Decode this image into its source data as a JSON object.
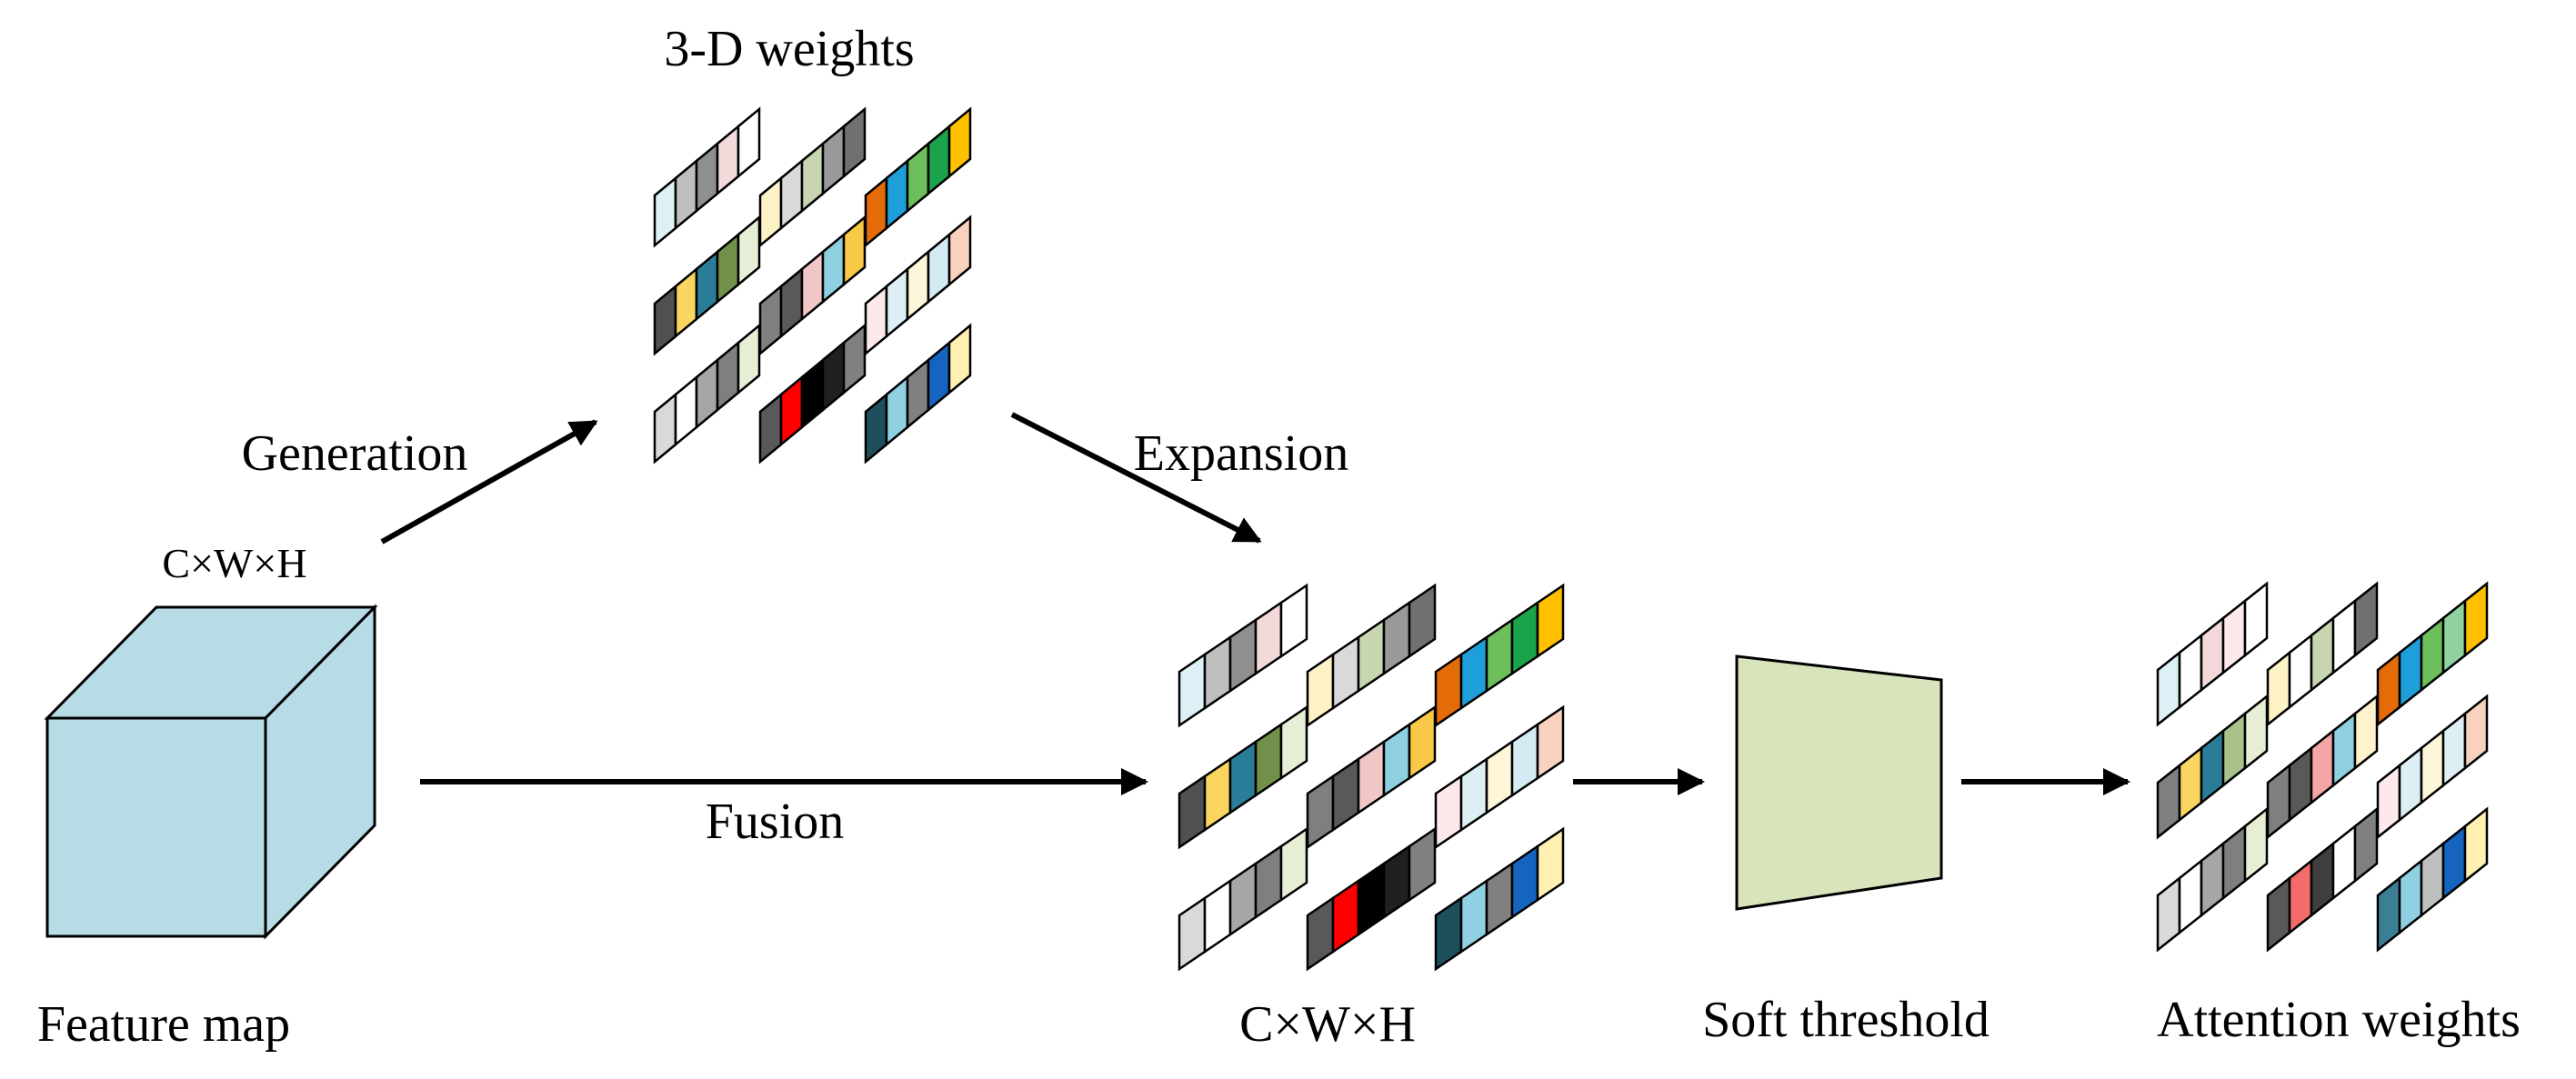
{
  "labels": {
    "weights_3d": "3-D weights",
    "generation": "Generation",
    "expansion": "Expansion",
    "fusion": "Fusion",
    "dims_input": "C×W×H",
    "dims_fused": "C×W×H",
    "feature_map": "Feature map",
    "soft_threshold": "Soft threshold",
    "attention_weights": "Attention weights"
  },
  "colors": {
    "cube_fill": "#b8dce6",
    "threshold_fill": "#d8e4bc",
    "arrow": "#000000",
    "stroke": "#000000"
  },
  "weight_strips": [
    [
      "#ddf0f5",
      "#bfbfbf",
      "#8f8f8f",
      "#f3d9d9",
      "#ffffff"
    ],
    [
      "#fdf2c6",
      "#d9d9d9",
      "#c7d6b0",
      "#999999",
      "#707070"
    ],
    [
      "#e36c09",
      "#1f9fd9",
      "#6cbf5a",
      "#1aa34a",
      "#ffc000"
    ],
    [
      "#505050",
      "#fbd561",
      "#2a7d99",
      "#71904a",
      "#e6eed5"
    ],
    [
      "#7f7f7f",
      "#595959",
      "#f0c6c6",
      "#8ecfe0",
      "#f9c846"
    ],
    [
      "#fde9e9",
      "#ddeef4",
      "#fdf6d8",
      "#d4ebf3",
      "#f8d2bf"
    ],
    [
      "#d9d9d9",
      "#ffffff",
      "#a6a6a6",
      "#7f7f7f",
      "#e6eed5"
    ],
    [
      "#595959",
      "#ff0000",
      "#000000",
      "#202020",
      "#808080"
    ],
    [
      "#1e4f5c",
      "#8fd1e2",
      "#808080",
      "#1565c0",
      "#fff0b2"
    ]
  ],
  "attention_strips": [
    [
      "#ddf0f5",
      "#ffffff",
      "#f3d9d9",
      "#fde9e9",
      "#ffffff"
    ],
    [
      "#fdf2c6",
      "#ffffff",
      "#c7d6b0",
      "#ffffff",
      "#707070"
    ],
    [
      "#e36c09",
      "#1f9fd9",
      "#6cbf5a",
      "#8ed3a0",
      "#ffc000"
    ],
    [
      "#808080",
      "#fbd561",
      "#2a7d99",
      "#a8c28a",
      "#e6eed5"
    ],
    [
      "#7f7f7f",
      "#595959",
      "#f4a6a6",
      "#8ecfe0",
      "#fff2cc"
    ],
    [
      "#fde9e9",
      "#ddeef4",
      "#fdf6d8",
      "#ddeef4",
      "#f8d2bf"
    ],
    [
      "#d9d9d9",
      "#ffffff",
      "#a6a6a6",
      "#7f7f7f",
      "#e6eed5"
    ],
    [
      "#595959",
      "#f36b6b",
      "#3f3f3f",
      "#ffffff",
      "#808080"
    ],
    [
      "#3b7f95",
      "#8fd1e2",
      "#bfbfbf",
      "#1565c0",
      "#fff0b2"
    ]
  ]
}
